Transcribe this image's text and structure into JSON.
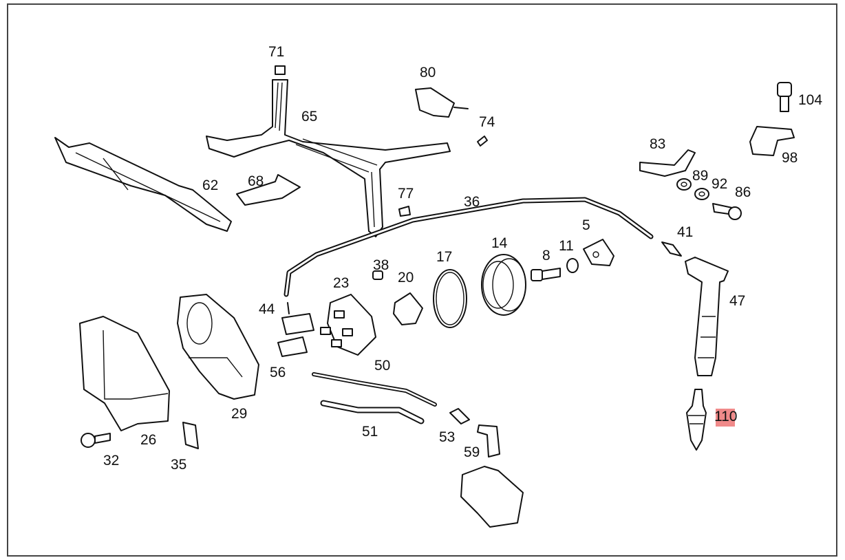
{
  "diagram": {
    "highlight_color": "#f08a8a",
    "highlighted_part": "110",
    "parts": [
      {
        "id": "71",
        "label": "71"
      },
      {
        "id": "80",
        "label": "80"
      },
      {
        "id": "65",
        "label": "65"
      },
      {
        "id": "74",
        "label": "74"
      },
      {
        "id": "104",
        "label": "104"
      },
      {
        "id": "62",
        "label": "62"
      },
      {
        "id": "68",
        "label": "68"
      },
      {
        "id": "77",
        "label": "77"
      },
      {
        "id": "36",
        "label": "36"
      },
      {
        "id": "83",
        "label": "83"
      },
      {
        "id": "98",
        "label": "98"
      },
      {
        "id": "89",
        "label": "89"
      },
      {
        "id": "92",
        "label": "92"
      },
      {
        "id": "86",
        "label": "86"
      },
      {
        "id": "41",
        "label": "41"
      },
      {
        "id": "5",
        "label": "5"
      },
      {
        "id": "14",
        "label": "14"
      },
      {
        "id": "8",
        "label": "8"
      },
      {
        "id": "11",
        "label": "11"
      },
      {
        "id": "17",
        "label": "17"
      },
      {
        "id": "38",
        "label": "38"
      },
      {
        "id": "20",
        "label": "20"
      },
      {
        "id": "23",
        "label": "23"
      },
      {
        "id": "44",
        "label": "44"
      },
      {
        "id": "47",
        "label": "47"
      },
      {
        "id": "56",
        "label": "56"
      },
      {
        "id": "50",
        "label": "50"
      },
      {
        "id": "29",
        "label": "29"
      },
      {
        "id": "26",
        "label": "26"
      },
      {
        "id": "32",
        "label": "32"
      },
      {
        "id": "35",
        "label": "35"
      },
      {
        "id": "51",
        "label": "51"
      },
      {
        "id": "53",
        "label": "53"
      },
      {
        "id": "59",
        "label": "59"
      },
      {
        "id": "110",
        "label": "110"
      }
    ]
  }
}
